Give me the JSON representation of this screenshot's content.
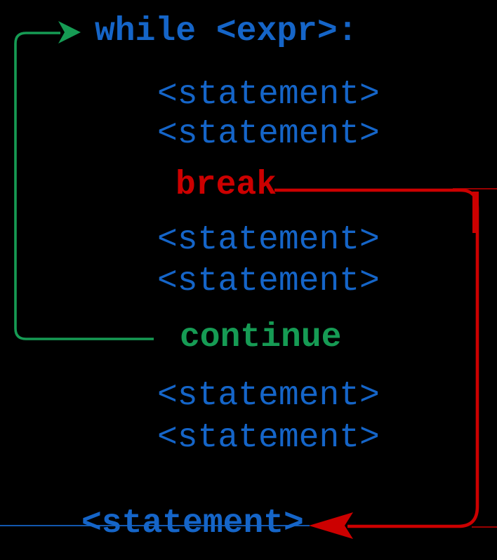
{
  "diagram": {
    "kind": "python-while-loop-control-flow",
    "title_line": "while <expr>:",
    "loop_body": {
      "statements_before_break": [
        "<statement>",
        "<statement>"
      ],
      "break_label": "break",
      "statements_between_break_and_continue": [
        "<statement>",
        "<statement>"
      ],
      "continue_label": "continue",
      "statements_after_continue": [
        "<statement>",
        "<statement>"
      ]
    },
    "after_loop_statement": "<statement>"
  },
  "colors": {
    "keyword_blue": "#1565c8",
    "break_red": "#cc0000",
    "continue_green": "#169b54",
    "background": "#000000"
  }
}
